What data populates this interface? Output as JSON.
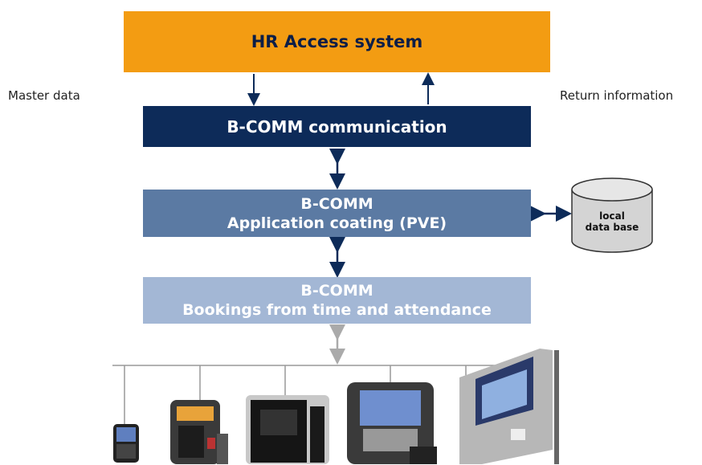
{
  "hr_system": {
    "title": "HR Access system"
  },
  "labels": {
    "master_data": "Master data",
    "return_information": "Return information"
  },
  "communication": {
    "title": "B-COMM communication"
  },
  "application": {
    "line1": "B-COMM",
    "line2": "Application coating (PVE)"
  },
  "bookings": {
    "line1": "B-COMM",
    "line2": "Bookings from time and attendance"
  },
  "database": {
    "line1": "local",
    "line2": "data base"
  },
  "colors": {
    "hr": "#f39c12",
    "comm": "#0d2b59",
    "app": "#5b7aa3",
    "bookings": "#a3b7d5",
    "arrow": "#0d2b59",
    "bus": "#999999"
  },
  "devices": [
    {
      "name": "smartphone-terminal"
    },
    {
      "name": "keypad-terminal"
    },
    {
      "name": "touchscreen-terminal"
    },
    {
      "name": "keyboard-terminal"
    },
    {
      "name": "kiosk-terminal"
    }
  ]
}
